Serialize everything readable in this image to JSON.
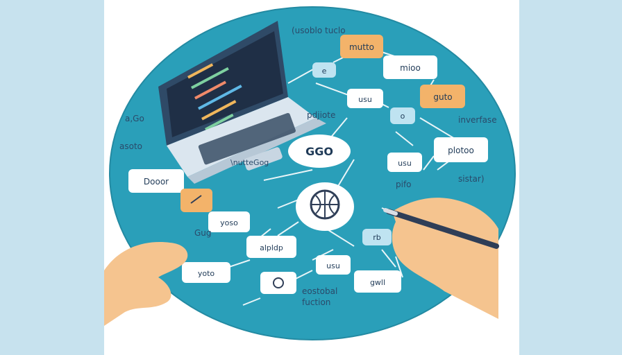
{
  "labels": {
    "top_note": "(usoblo tuclo",
    "left_1": "a,Go",
    "left_2": "asoto",
    "left_3": "\\nutteGog",
    "mid_1": "pdjiote",
    "right_1": "inverfase",
    "right_2": "sistar)",
    "mid_2": "pifo",
    "left_4": "Gug",
    "bottom_1": "eostobal",
    "bottom_2": "fuction"
  },
  "cards": {
    "muito": "mutto",
    "mioo": "mioo",
    "guto": "guto",
    "e": "e",
    "usu_top": "usu",
    "o": "o",
    "plotoo": "plotoo",
    "uso_mid": "usu",
    "dooor": "Dooor",
    "ggo": "GGO",
    "yoso": "yoso",
    "alpldp": "alpldp",
    "usu_bottom": "usu",
    "yoto": "yoto",
    "rb": "rb",
    "gwll": "gwll"
  },
  "colors": {
    "table": "#2a9fb9",
    "card": "#ffffff",
    "accent_orange": "#f3b36a",
    "accent_blue": "#bfe3f1"
  }
}
